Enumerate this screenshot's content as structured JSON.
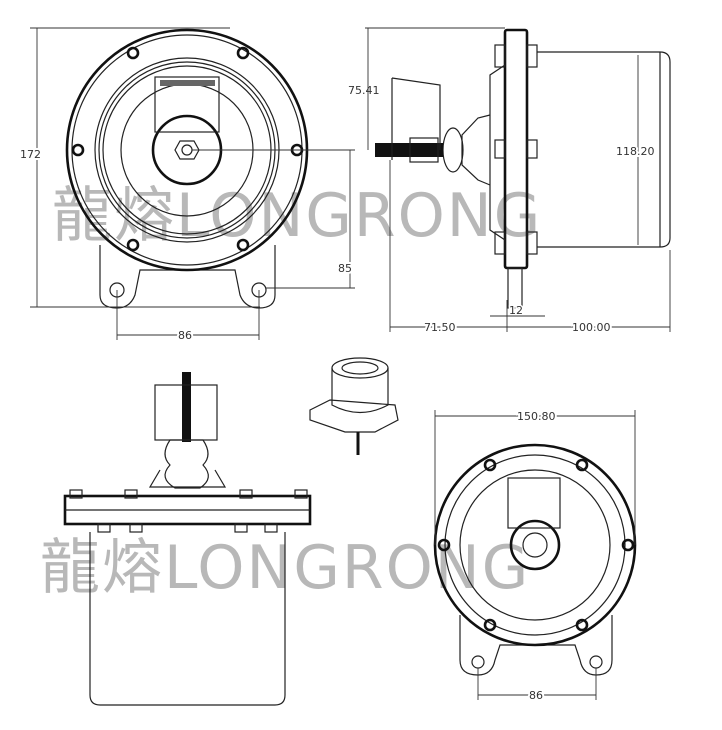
{
  "watermark": "龍熔LONGRONG",
  "front_view": {
    "height": "172",
    "center_to_hole": "85",
    "hole_spacing": "86"
  },
  "side_view": {
    "stem_height": "75.41",
    "body_diameter": "118.20",
    "stem_length": "71.50",
    "flange_thickness": "12",
    "body_length": "100.00"
  },
  "bottom_view": {
    "diameter": "150.80",
    "hole_spacing": "86"
  },
  "colors": {
    "line": "#222222",
    "watermark": "#b8b8b8"
  }
}
